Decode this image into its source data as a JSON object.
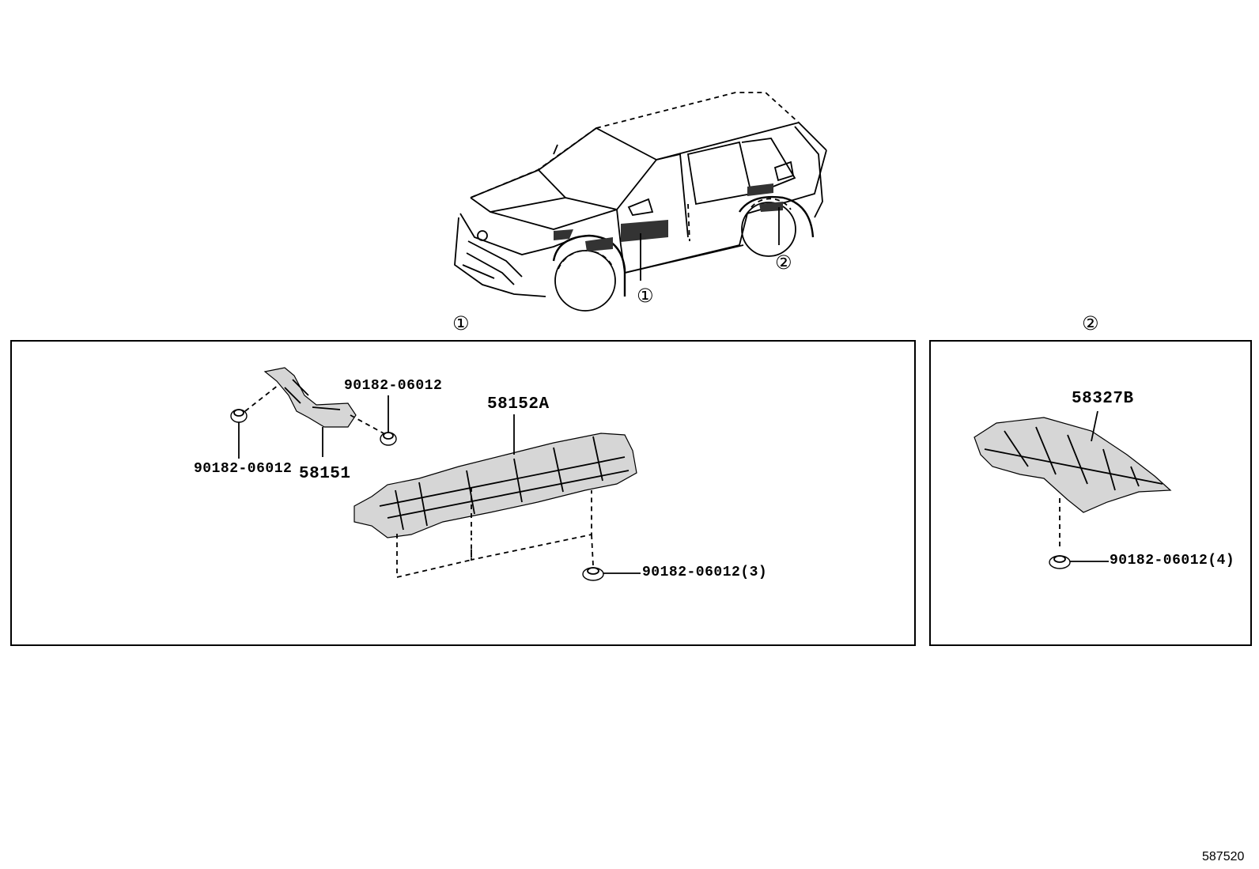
{
  "callouts": {
    "car_marker_1": "①",
    "car_marker_2": "②",
    "section_1": "①",
    "section_2": "②"
  },
  "parts": {
    "p90182_left": "90182-06012",
    "p90182_top": "90182-06012",
    "p58151": "58151",
    "p58152A": "58152A",
    "p90182_x3": "90182-06012(3)",
    "p58327B": "58327B",
    "p90182_x4": "90182-06012(4)"
  },
  "reference_number": "587520"
}
